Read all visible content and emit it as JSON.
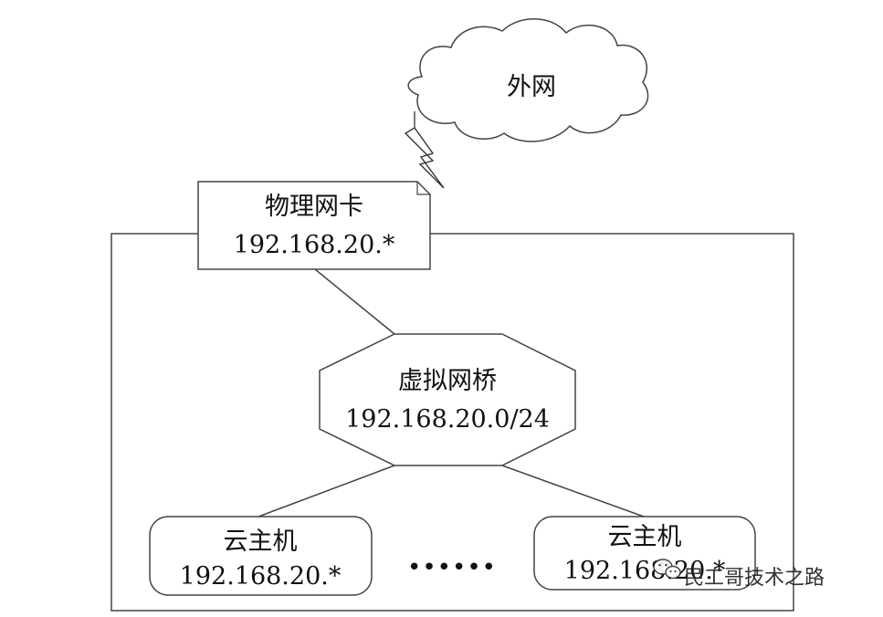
{
  "internet": {
    "label": "外网"
  },
  "physical_nic": {
    "name": "物理网卡",
    "ip": "192.168.20.*"
  },
  "virtual_bridge": {
    "name": "虚拟网桥",
    "subnet": "192.168.20.0/24"
  },
  "cloud_hosts": [
    {
      "name": "云主机",
      "ip": "192.168.20.*"
    },
    {
      "name": "云主机",
      "ip": "192.168.20.*"
    }
  ],
  "ellipsis": "••••••",
  "watermark": "民工哥技术之路"
}
